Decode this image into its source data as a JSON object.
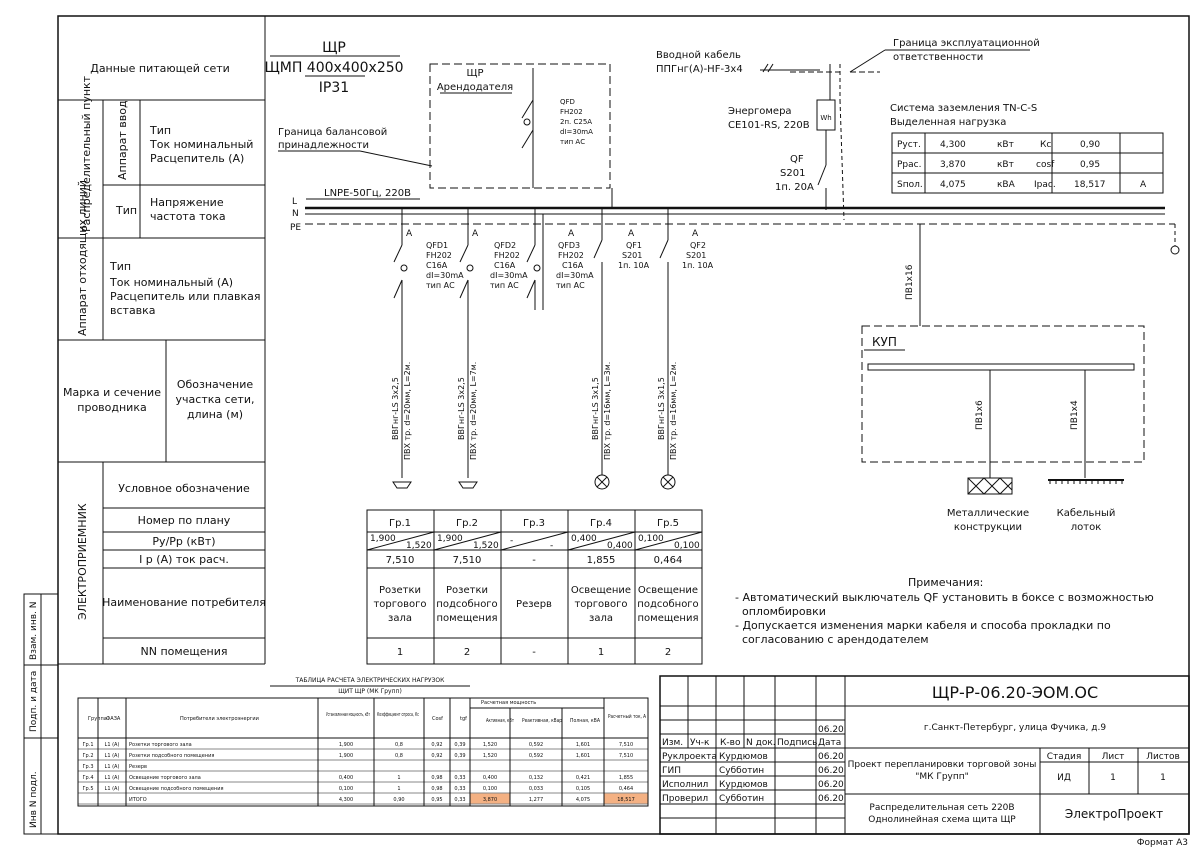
{
  "panel": {
    "name": "ЩР",
    "model": "ЩМП 400x400x250",
    "ip": "IP31"
  },
  "tenant_panel": {
    "line1": "ЩР",
    "line2": "Арендодателя",
    "breaker": [
      "QFD",
      "FH202",
      "2п. C25A",
      "dI=30mA",
      "тип АС"
    ]
  },
  "boundary_balance": [
    "Граница балансовой",
    "принадлежности"
  ],
  "boundary_operational": [
    "Граница эксплуатационной",
    "ответственности"
  ],
  "input_cable": [
    "Вводной кабель",
    "ППГнг(А)-HF-3x4"
  ],
  "meter": [
    "Энергомера",
    "CE101-RS, 220В"
  ],
  "meter_symbol": "Wh",
  "main_breaker": [
    "QF",
    "S201",
    "1п. 20А"
  ],
  "bus": {
    "label": "LNPE-50Гц, 220В",
    "L": "L",
    "N": "N",
    "PE": "PE"
  },
  "grounding": {
    "title": "Система заземления TN-C-S",
    "subtitle": "Выделенная нагрузка",
    "rows": [
      [
        "Руст.",
        "4,300",
        "кВт",
        "Кс",
        "0,90",
        ""
      ],
      [
        "Ррас.",
        "3,870",
        "кВт",
        "cosf",
        "0,95",
        ""
      ],
      [
        "Sпол.",
        "4,075",
        "кВА",
        "Iрас.",
        "18,517",
        "А"
      ]
    ]
  },
  "breakers": [
    {
      "a": "A",
      "lines": [
        "QFD1",
        "FH202",
        "C16A",
        "dI=30mA",
        "тип АС"
      ],
      "cable": [
        "ВВГнг-LS 3x2,5",
        "ПВХ тр. d=20мм, L=2м."
      ]
    },
    {
      "a": "A",
      "lines": [
        "QFD2",
        "FH202",
        "C16A",
        "dI=30mA",
        "тип АС"
      ],
      "cable": [
        "ВВГнг-LS 3x2,5",
        "ПВХ тр. d=20мм, L=7м."
      ]
    },
    {
      "a": "A",
      "lines": [
        "QFD3",
        "FH202",
        "C16A",
        "dI=30mA",
        "тип АС"
      ],
      "cable": []
    },
    {
      "a": "A",
      "lines": [
        "QF1",
        "S201",
        "1п. 10А"
      ],
      "cable": [
        "ВВГнг-LS 3x1,5",
        "ПВХ тр. d=16мм, L=3м."
      ]
    },
    {
      "a": "A",
      "lines": [
        "QF2",
        "S201",
        "1п. 10А"
      ],
      "cable": [
        "ВВГнг-LS 3x1,5",
        "ПВХ тр. d=16мм, L=2м."
      ]
    }
  ],
  "kup": {
    "label": "КУП",
    "cable_in": "ПВ1x16",
    "cable_a": "ПВ1x6",
    "cable_b": "ПВ1x4",
    "target_a": [
      "Металлические",
      "конструкции"
    ],
    "target_b": [
      "Кабельный",
      "лоток"
    ]
  },
  "left_headers": {
    "source": "Данные питающей сети",
    "dist_point": "Распределительный пункт",
    "input_device": "Аппарат ввод",
    "input_fields": [
      "Тип",
      "Ток номинальный",
      "Расцепитель (А)"
    ],
    "type_voltage": [
      "Тип",
      "Напряжение",
      "частота тока"
    ],
    "outgoing": "Аппарат отходящих линий",
    "outgoing_fields": [
      "Тип",
      "Ток номинальный (А)",
      "Расцепитель или плавкая",
      "вставка"
    ],
    "conductor": [
      "Марка и сечение",
      "проводника"
    ],
    "section": [
      "Обозначение",
      "участка сети,",
      "длина (м)"
    ],
    "receivers": "ЭЛЕКТРОПРИЕМНИК",
    "receiver_rows": [
      "Условное обозначение",
      "Номер по плану",
      "Ру/Рр (кВт)",
      "I р (А) ток расч.",
      "Наименование потребителя",
      "NN помещения"
    ]
  },
  "groups": [
    {
      "name": "Гр.1",
      "pu": "1,900",
      "pr": "1,520",
      "ip": "7,510",
      "consumer": [
        "Розетки",
        "торгового",
        "зала"
      ],
      "room": "1"
    },
    {
      "name": "Гр.2",
      "pu": "1,900",
      "pr": "1,520",
      "ip": "7,510",
      "consumer": [
        "Розетки",
        "подсобного",
        "помещения"
      ],
      "room": "2"
    },
    {
      "name": "Гр.3",
      "pu": "-",
      "pr": "-",
      "ip": "-",
      "consumer": [
        "Резерв"
      ],
      "room": "-"
    },
    {
      "name": "Гр.4",
      "pu": "0,400",
      "pr": "0,400",
      "ip": "1,855",
      "consumer": [
        "Освещение",
        "торгового",
        "зала"
      ],
      "room": "1"
    },
    {
      "name": "Гр.5",
      "pu": "0,100",
      "pr": "0,100",
      "ip": "0,464",
      "consumer": [
        "Освещение",
        "подсобного",
        "помещения"
      ],
      "room": "2"
    }
  ],
  "notes": {
    "title": "Примечания:",
    "lines": [
      "- Автоматический выключатель QF установить в боксе с возможностью",
      "опломбировки",
      "- Допускается изменения марки кабеля и способа прокладки по",
      "согласованию с арендодателем"
    ]
  },
  "side_stamps": [
    "Взам. инв. N",
    "Подп. и дата",
    "Инв N подл."
  ],
  "calc_table": {
    "title": "ТАБЛИЦА РАСЧЕТА ЭЛЕКТРИЧЕСКИХ НАГРУЗОК",
    "subtitle": "ЩИТ ЩР (МК Групп)",
    "headers": [
      "Группа",
      "ФАЗА",
      "Потребители электроэнергии",
      "Установленная мощность, кВт",
      "Коэффициент спроса, Кс",
      "Cosf",
      "tgf",
      "Активная, кВт",
      "Реактивная, кВар",
      "Полная, кВА",
      "Расчетный ток, А"
    ],
    "calc_header": "Расчетная мощность",
    "rows": [
      [
        "Гр.1",
        "L1 (A)",
        "Розетки торгового зала",
        "1,900",
        "0,8",
        "0,92",
        "0,39",
        "1,520",
        "0,592",
        "1,601",
        "7,510"
      ],
      [
        "Гр.2",
        "L1 (A)",
        "Розетки подсобного помещения",
        "1,900",
        "0,8",
        "0,92",
        "0,39",
        "1,520",
        "0,592",
        "1,601",
        "7,510"
      ],
      [
        "Гр.3",
        "L1 (A)",
        "Резерв",
        "",
        "",
        "",
        "",
        "",
        "",
        "",
        ""
      ],
      [
        "Гр.4",
        "L1 (A)",
        "Освещение торгового зала",
        "0,400",
        "1",
        "0,98",
        "0,33",
        "0,400",
        "0,132",
        "0,421",
        "1,855"
      ],
      [
        "Гр.5",
        "L1 (A)",
        "Освещение подсобного помещения",
        "0,100",
        "1",
        "0,98",
        "0,33",
        "0,100",
        "0,033",
        "0,105",
        "0,464"
      ],
      [
        "",
        "",
        "ИТОГО",
        "4,300",
        "0,90",
        "0,95",
        "0,33",
        "3,870",
        "1,277",
        "4,075",
        "18,517"
      ]
    ],
    "highlight_color": "#f4b183"
  },
  "title_block": {
    "code": "ЩР-Р-06.20-ЭОМ.ОС",
    "address": "г.Санкт-Петербург, улица Фучика, д.9",
    "col_headers": [
      "Изм.",
      "Уч-к",
      "К-во",
      "N док.",
      "Подпись",
      "Дата"
    ],
    "people": [
      [
        "Руклроекта",
        "Курдюмов",
        "06.20"
      ],
      [
        "ГИП",
        "Субботин",
        "06.20"
      ],
      [
        "Исполнил",
        "Курдюмов",
        "06.20"
      ],
      [
        "Проверил",
        "Субботин",
        "06.20"
      ]
    ],
    "date_top": "06.20",
    "project": [
      "Проект перепланировки торговой зоны",
      "\"МК Групп\""
    ],
    "stage_headers": [
      "Стадия",
      "Лист",
      "Листов"
    ],
    "stage_values": [
      "ИД",
      "1",
      "1"
    ],
    "sheet_title": [
      "Распределительная сеть 220В",
      "Однолинейная схема щита ЩР"
    ],
    "company": "ЭлектроПроект",
    "format": "Формат А3"
  }
}
